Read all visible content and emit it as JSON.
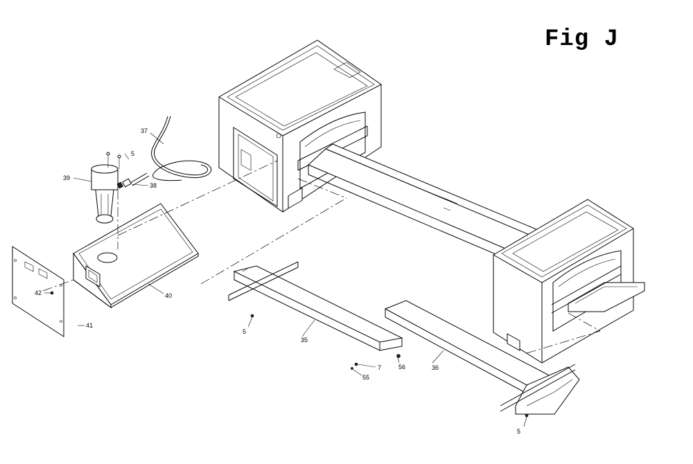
{
  "figure": {
    "title": "Fig J"
  },
  "callouts": [
    {
      "id": "c37",
      "label": "37"
    },
    {
      "id": "c5a",
      "label": "5"
    },
    {
      "id": "c39",
      "label": "39"
    },
    {
      "id": "c38",
      "label": "38"
    },
    {
      "id": "c42",
      "label": "42"
    },
    {
      "id": "c40",
      "label": "40"
    },
    {
      "id": "c41",
      "label": "41"
    },
    {
      "id": "c5b",
      "label": "5"
    },
    {
      "id": "c35",
      "label": "35"
    },
    {
      "id": "c7",
      "label": "7"
    },
    {
      "id": "c56",
      "label": "56"
    },
    {
      "id": "c55",
      "label": "55"
    },
    {
      "id": "c36",
      "label": "36"
    },
    {
      "id": "c5c",
      "label": "5"
    }
  ]
}
